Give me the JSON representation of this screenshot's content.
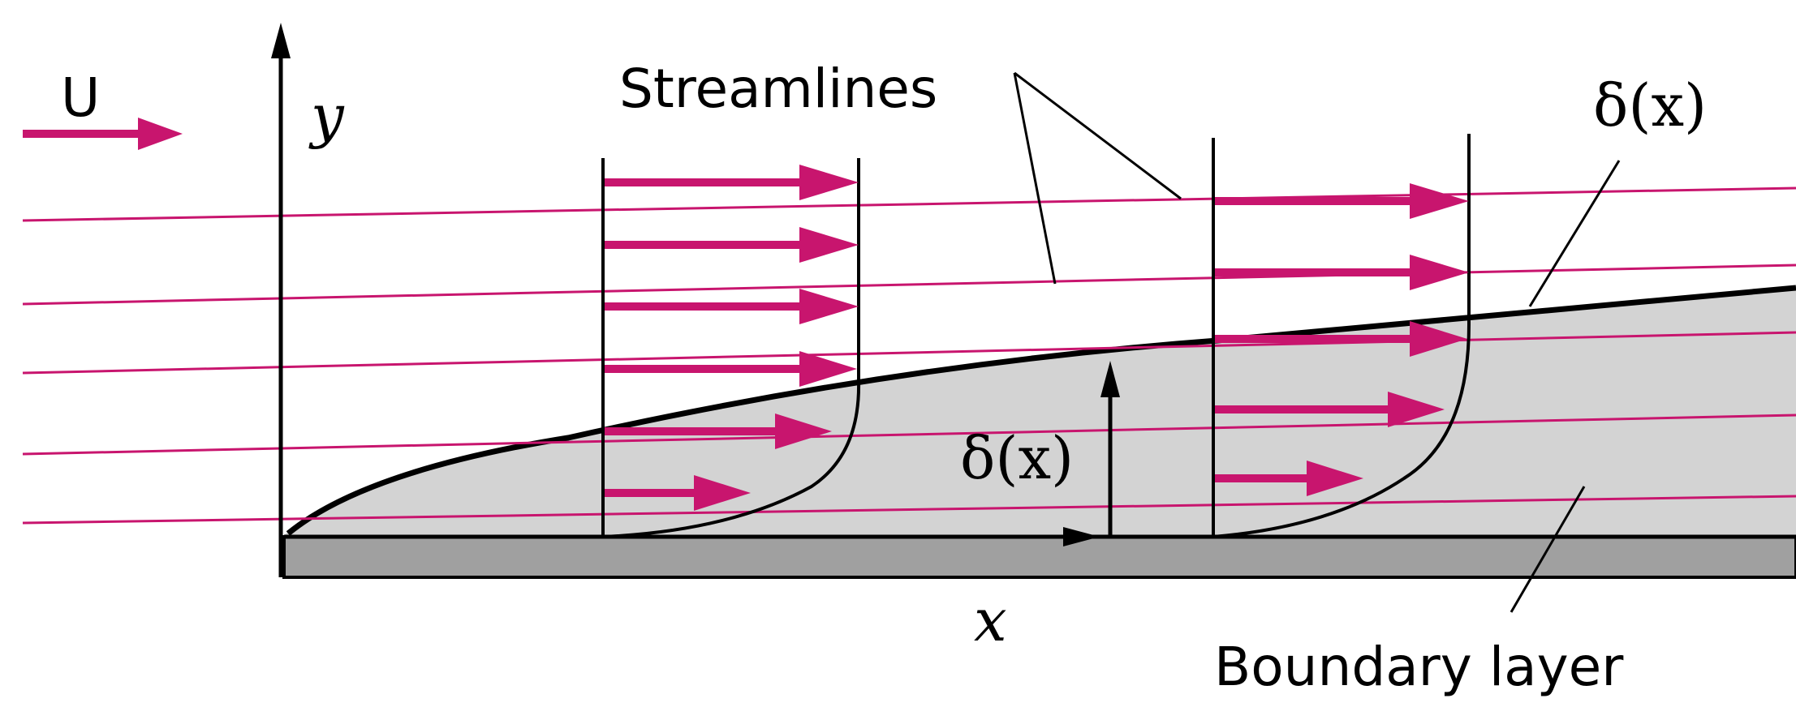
{
  "labels": {
    "free_stream": "U",
    "y_axis": "y",
    "x_axis": "x",
    "streamlines": "Streamlines",
    "delta_top": "δ(x)",
    "delta_mid": "δ(x)",
    "boundary_layer": "Boundary layer"
  },
  "colors": {
    "flow": "#c8156e",
    "boundary_layer_fill": "#d3d3d3",
    "plate_fill": "#a0a0a0",
    "outline": "#000000"
  }
}
